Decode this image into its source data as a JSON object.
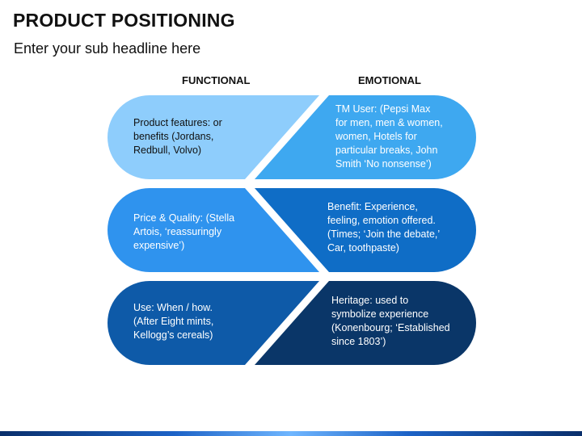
{
  "header": {
    "title": "PRODUCT POSITIONING",
    "subtitle": "Enter your sub headline here"
  },
  "columns": {
    "functional": "FUNCTIONAL",
    "emotional": "EMOTIONAL"
  },
  "rows": [
    {
      "functional_text": "Product features: or\nbenefits (Jordans,\nRedbull, Volvo)",
      "functional_color": "#8ecdfc",
      "emotional_text": "TM User: (Pepsi Max\nfor men, men & women,\nwomen, Hotels for\nparticular breaks, John\nSmith ‘No nonsense’)",
      "emotional_color": "#3ea8f0"
    },
    {
      "functional_text": "Price & Quality: (Stella\nArtois, ‘reassuringly\nexpensive’)",
      "functional_color": "#2f93ee",
      "emotional_text": "Benefit: Experience,\nfeeling, emotion offered.\n(Times; ‘Join the debate,’\nCar, toothpaste)",
      "emotional_color": "#0f6dc6"
    },
    {
      "functional_text": "Use: When / how.\n(After Eight mints,\nKellogg’s cereals)",
      "functional_color": "#0e5aa8",
      "emotional_text": "Heritage: used to\nsymbolize experience\n(Konenbourg; ‘Established\nsince 1803’)",
      "emotional_color": "#0a3668"
    }
  ]
}
